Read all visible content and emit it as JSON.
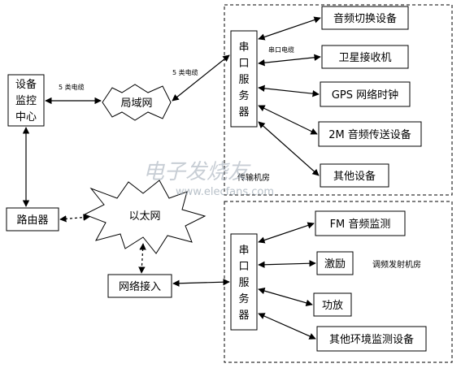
{
  "nodes": {
    "monitor_center": [
      "设备",
      "监控",
      "中心"
    ],
    "lan": "局域网",
    "router": "路由器",
    "ethernet": "以太网",
    "network_access": "网络接入",
    "serial_server_top": [
      "串",
      "口",
      "服",
      "务",
      "器"
    ],
    "serial_server_bottom": [
      "串",
      "口",
      "服",
      "务",
      "器"
    ],
    "audio_switch": "音频切换设备",
    "satellite_receiver": "卫星接收机",
    "gps_clock": "GPS 网络时钟",
    "audio_2m": "2M 音频传送设备",
    "other_device": "其他设备",
    "fm_monitor": "FM 音频监测",
    "exciter": "激励",
    "amplifier": "功放",
    "env_monitor": "其他环境监测设备"
  },
  "labels": {
    "cat5_left": "5 类电缆",
    "cat5_right": "5 类电缆",
    "serial_cable": "串口电缆",
    "transmission_room": "传输机房",
    "fm_room": "调频发射机房"
  },
  "watermark": {
    "title": "电子发烧友",
    "url": "www.elecfans.com"
  }
}
